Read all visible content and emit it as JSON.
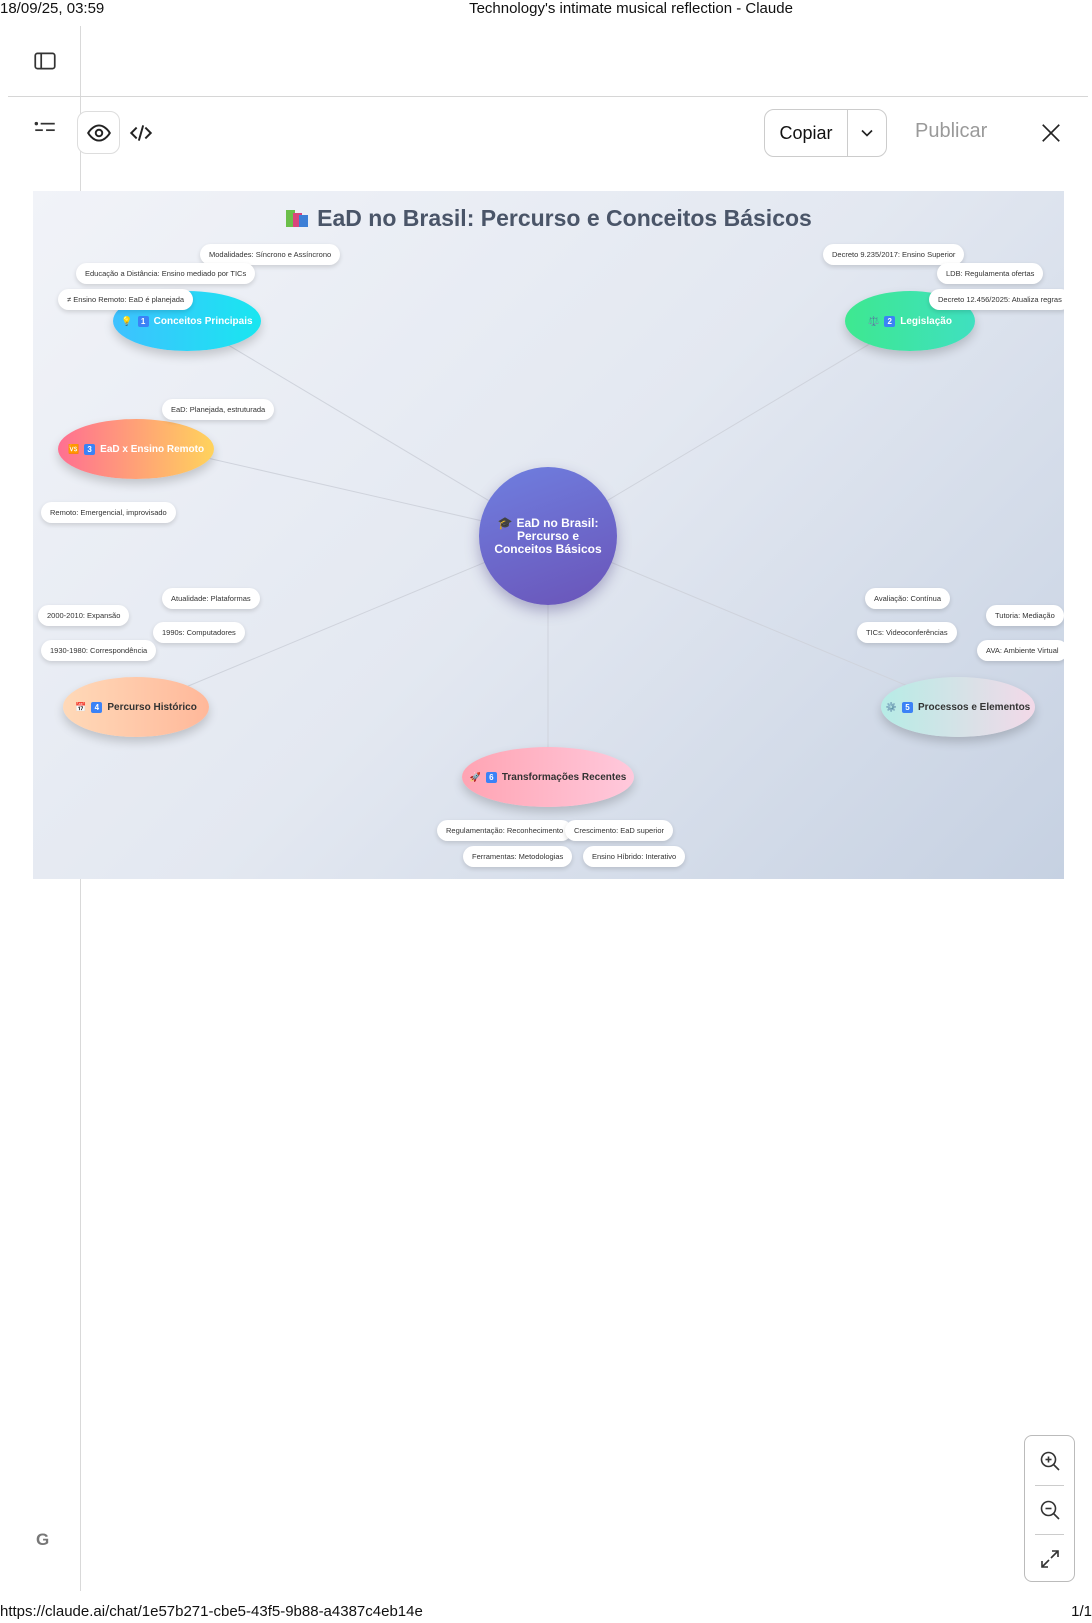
{
  "print": {
    "date": "18/09/25, 03:59",
    "title": "Technology's intimate musical reflection - Claude",
    "url": "https://claude.ai/chat/1e57b271-cbe5-43f5-9b88-a4387c4eb14e",
    "page": "1/1"
  },
  "sidebar": {
    "icons": [
      "sidebar-toggle-icon",
      "list-icon",
      "chat-bubble-icon",
      "stack-icon",
      "shapes-icon"
    ],
    "user_initial": "G"
  },
  "toolbar": {
    "copy_label": "Copiar",
    "publish_label": "Publicar"
  },
  "mindmap": {
    "title": "EaD no Brasil: Percurso e Conceitos Básicos",
    "center": "EaD no Brasil: Percurso e Conceitos Básicos",
    "center_icon": "🎓",
    "branches": [
      {
        "num": "1",
        "icon": "💡",
        "label": "Conceitos Principais",
        "leaves": [
          "Modalidades: Síncrono e Assíncrono",
          "Educação a Distância: Ensino mediado por TICs",
          "≠ Ensino Remoto: EaD é planejada"
        ]
      },
      {
        "num": "2",
        "icon": "⚖️",
        "label": "Legislação",
        "leaves": [
          "Decreto 9.235/2017: Ensino Superior",
          "LDB: Regulamenta ofertas",
          "Decreto 12.456/2025: Atualiza regras"
        ]
      },
      {
        "num": "3",
        "icon": "🆚",
        "label": "EaD x Ensino Remoto",
        "leaves": [
          "EaD: Planejada, estruturada",
          "Remoto: Emergencial, improvisado"
        ]
      },
      {
        "num": "4",
        "icon": "📅",
        "label": "Percurso Histórico",
        "leaves": [
          "Atualidade: Plataformas",
          "2000-2010: Expansão",
          "1990s: Computadores",
          "1930-1980: Correspondência"
        ]
      },
      {
        "num": "5",
        "icon": "⚙️",
        "label": "Processos e Elementos",
        "leaves": [
          "Avaliação: Contínua",
          "Tutoria: Mediação",
          "TICs: Videoconferências",
          "AVA: Ambiente Virtual"
        ]
      },
      {
        "num": "6",
        "icon": "🚀",
        "label": "Transformações Recentes",
        "leaves": [
          "Regulamentação: Reconhecimento",
          "Crescimento: EaD superior",
          "Ferramentas: Metodologias",
          "Ensino Híbrido: Interativo"
        ]
      }
    ]
  },
  "colors": {
    "branch1": [
      "#3ec1ff",
      "#19e6f0"
    ],
    "branch2": [
      "#3ee890",
      "#3fe0c0"
    ],
    "branch3": [
      "#ff6f91",
      "#ffd35c"
    ],
    "branch4": [
      "#ffd9b8",
      "#ffb89a"
    ],
    "branch5": [
      "#b6ece6",
      "#f3d9e8"
    ],
    "branch6": [
      "#ffa4b3",
      "#ffc9dc"
    ],
    "center": [
      "#6f7fe0",
      "#6a54b8"
    ]
  }
}
